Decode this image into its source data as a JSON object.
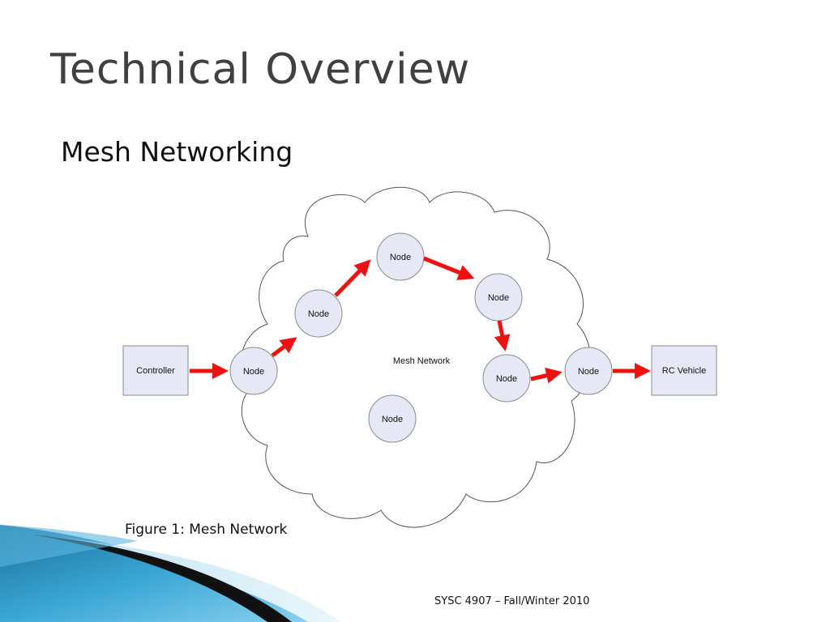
{
  "slide": {
    "title": "Technical Overview",
    "subtitle": "Mesh Networking",
    "caption": "Figure 1: Mesh Network",
    "footer": "SYSC 4907 – Fall/Winter 2010"
  },
  "diagram": {
    "cloud_label": "Mesh Network",
    "controller_label": "Controller",
    "rc_vehicle_label": "RC Vehicle",
    "node_label": "Node",
    "colors": {
      "node_fill": "#e6e9f5",
      "node_stroke": "#8a8a8a",
      "arrow": "#ee1111",
      "cloud_stroke": "#555555",
      "accent_blue": "#2a8fc0"
    }
  }
}
